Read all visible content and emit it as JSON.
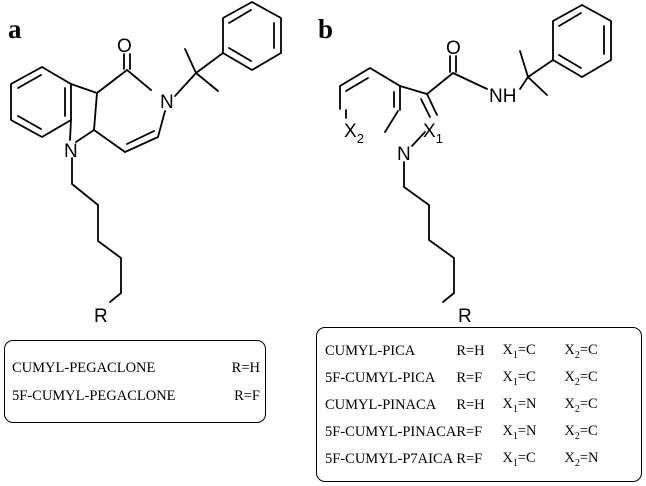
{
  "panels": {
    "a": "a",
    "b": "b"
  },
  "atoms_a": {
    "O": "O",
    "N_ring": "N",
    "N_indole": "N",
    "R": "R"
  },
  "atoms_b": {
    "O": "O",
    "NH": "NH",
    "N": "N",
    "X2": "X",
    "X2_sub": "2",
    "X1": "X",
    "X1_sub": "1",
    "R": "R"
  },
  "table_a": [
    {
      "name": "CUMYL-PEGACLONE",
      "r": "R=H"
    },
    {
      "name": "5F-CUMYL-PEGACLONE",
      "r": "R=F"
    }
  ],
  "table_b": [
    {
      "name": "CUMYL-PICA",
      "r": "R=H",
      "x1": "C",
      "x2": "C"
    },
    {
      "name": "5F-CUMYL-PICA",
      "r": "R=F",
      "x1": "C",
      "x2": "C"
    },
    {
      "name": "CUMYL-PINACA",
      "r": "R=H",
      "x1": "N",
      "x2": "C"
    },
    {
      "name": "5F-CUMYL-PINACA",
      "r": "R=F",
      "x1": "N",
      "x2": "C"
    },
    {
      "name": "5F-CUMYL-P7AICA",
      "r": "R=F",
      "x1": "C",
      "x2": "N"
    }
  ],
  "x_labels": {
    "x1": "X",
    "x1_sub": "1",
    "x2": "X",
    "x2_sub": "2",
    "eq": "="
  }
}
